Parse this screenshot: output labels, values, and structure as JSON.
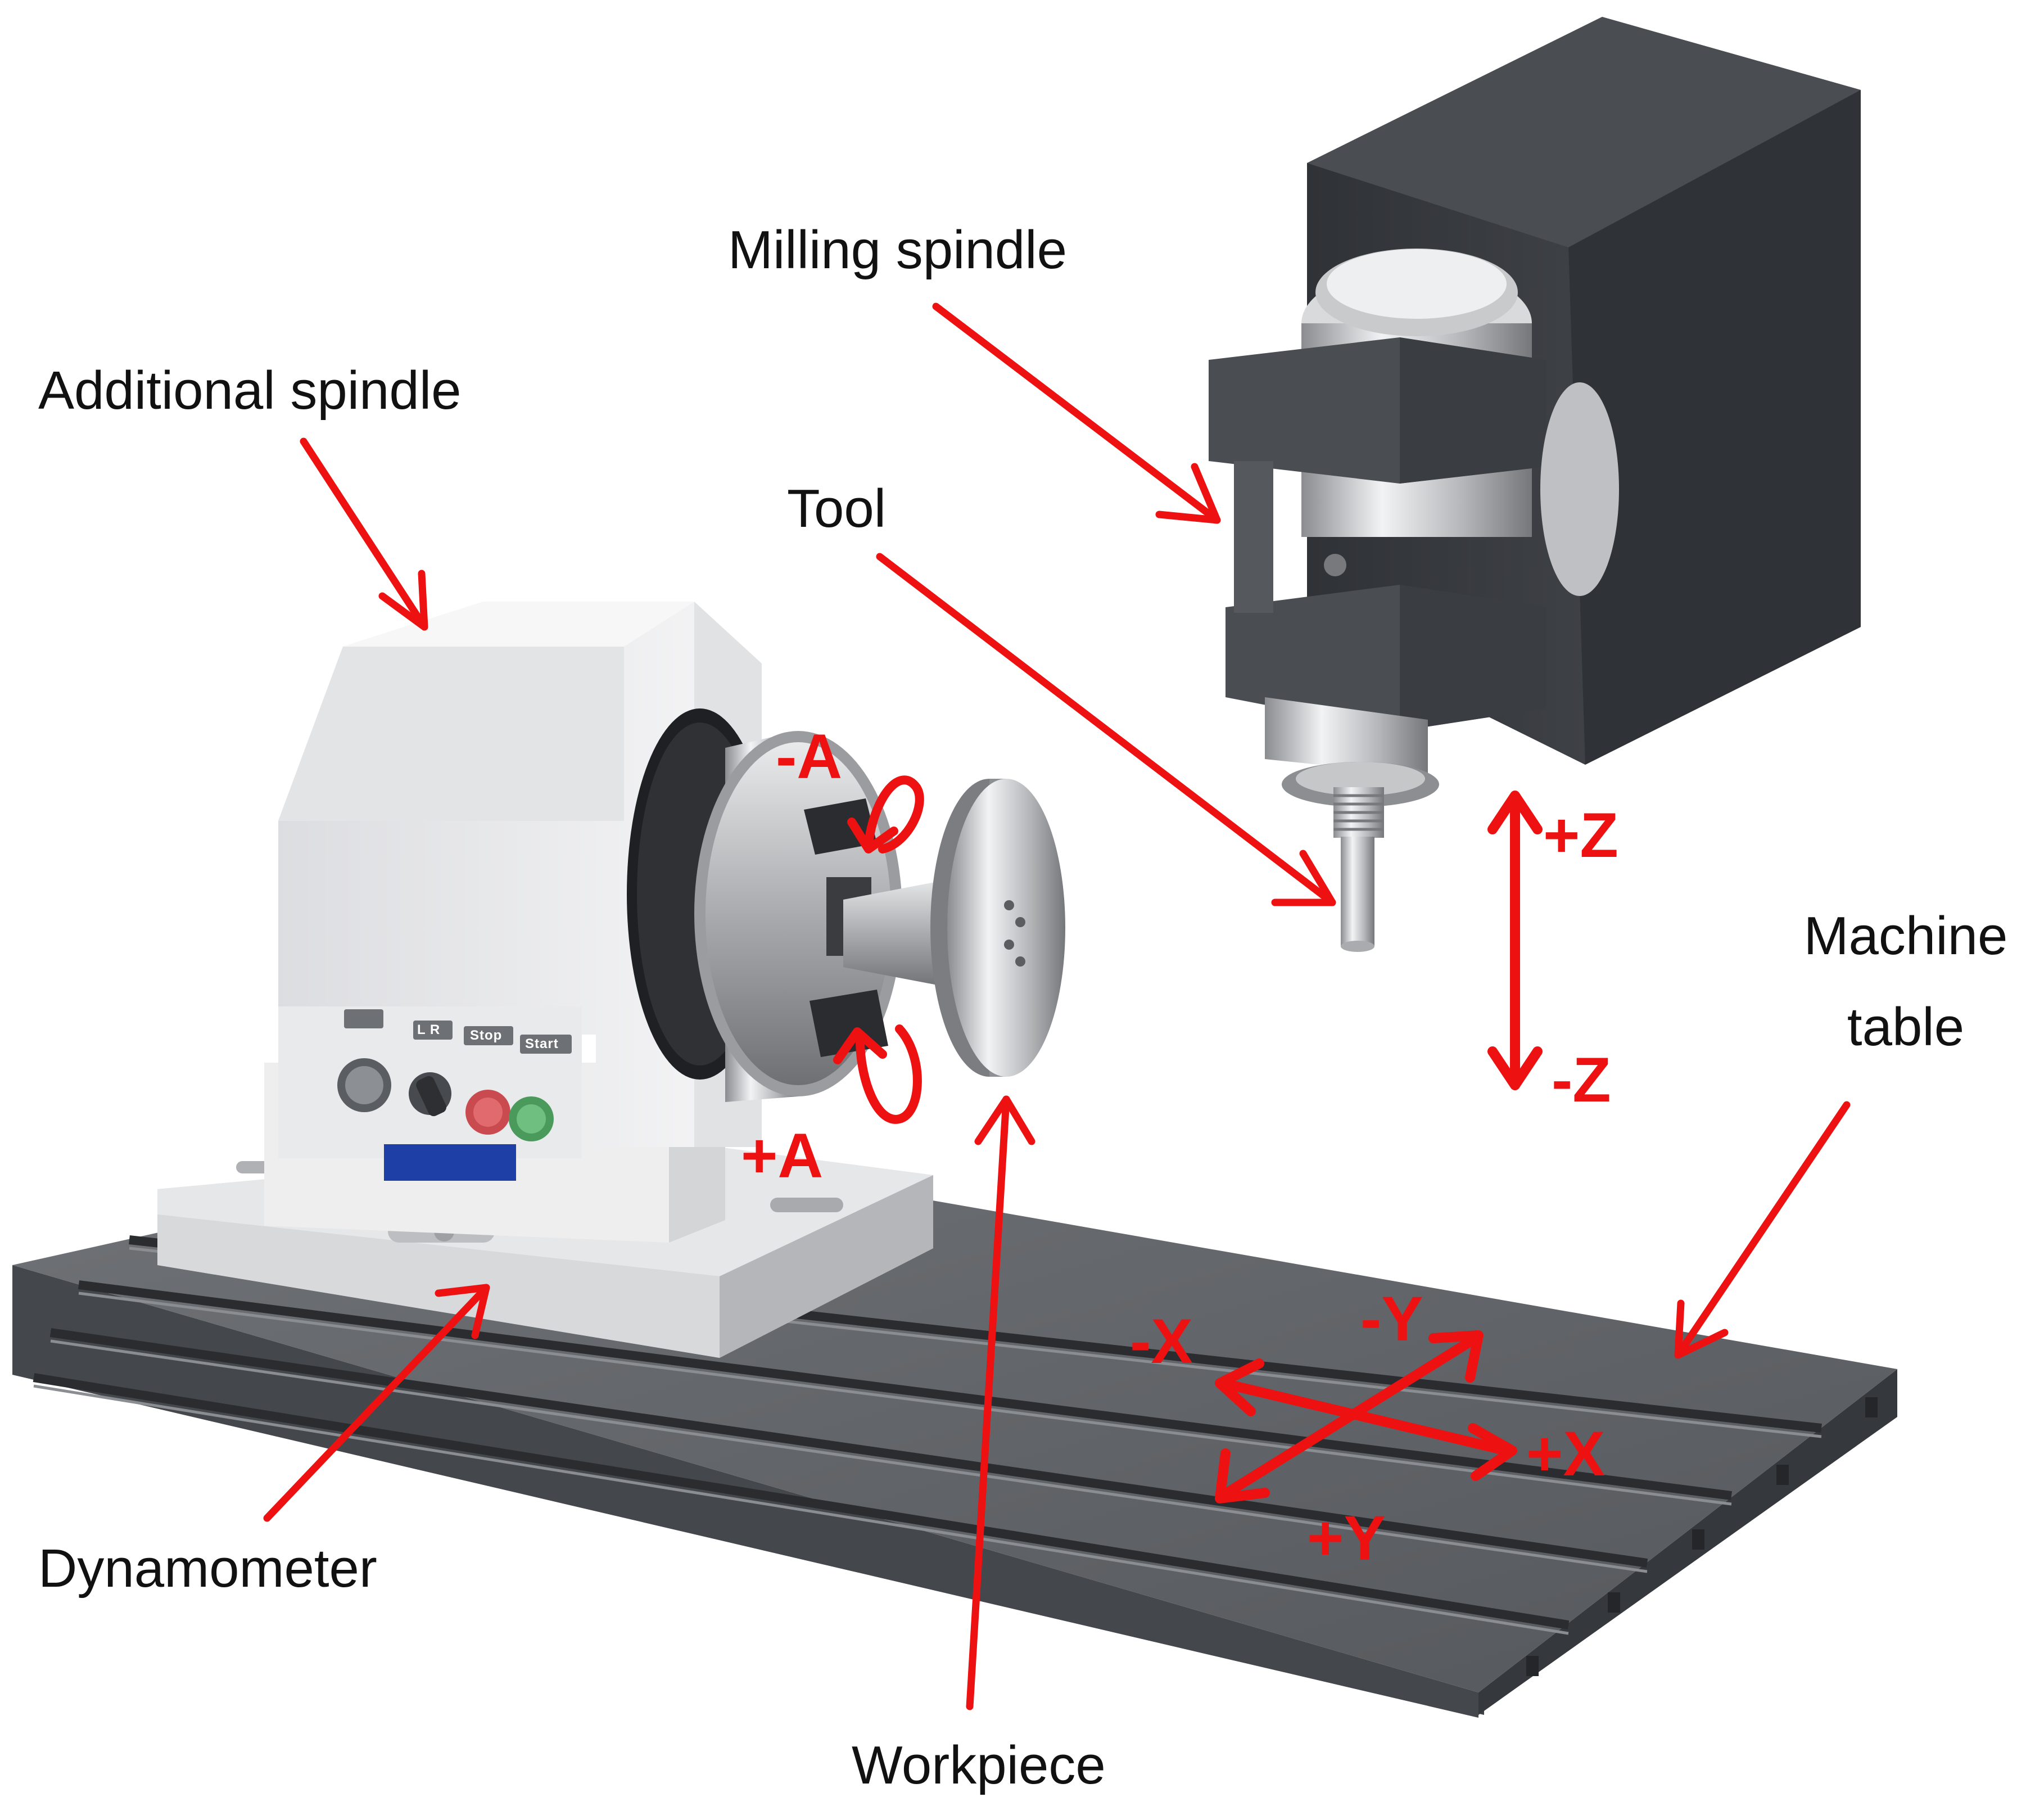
{
  "labels": {
    "milling_spindle": "Milling spindle",
    "additional_spindle": "Additional spindle",
    "tool": "Tool",
    "machine_table_line1": "Machine",
    "machine_table_line2": "table",
    "dynamometer": "Dynamometer",
    "workpiece": "Workpiece"
  },
  "axes": {
    "minus_a": "-A",
    "plus_a": "+A",
    "plus_z": "+Z",
    "minus_z": "-Z",
    "minus_x": "-X",
    "plus_x": "+X",
    "minus_y": "-Y",
    "plus_y": "+Y"
  },
  "control_panel": {
    "lr_label": "L  R",
    "stop_label": "Stop",
    "start_label": "Start"
  },
  "colors": {
    "annotation": "#ee1111",
    "text": "#111111",
    "table": "#5a5d62",
    "spindle_housing": "#34373b",
    "additional_spindle_body": "#eeeeef",
    "display": "#1d3fa6"
  }
}
